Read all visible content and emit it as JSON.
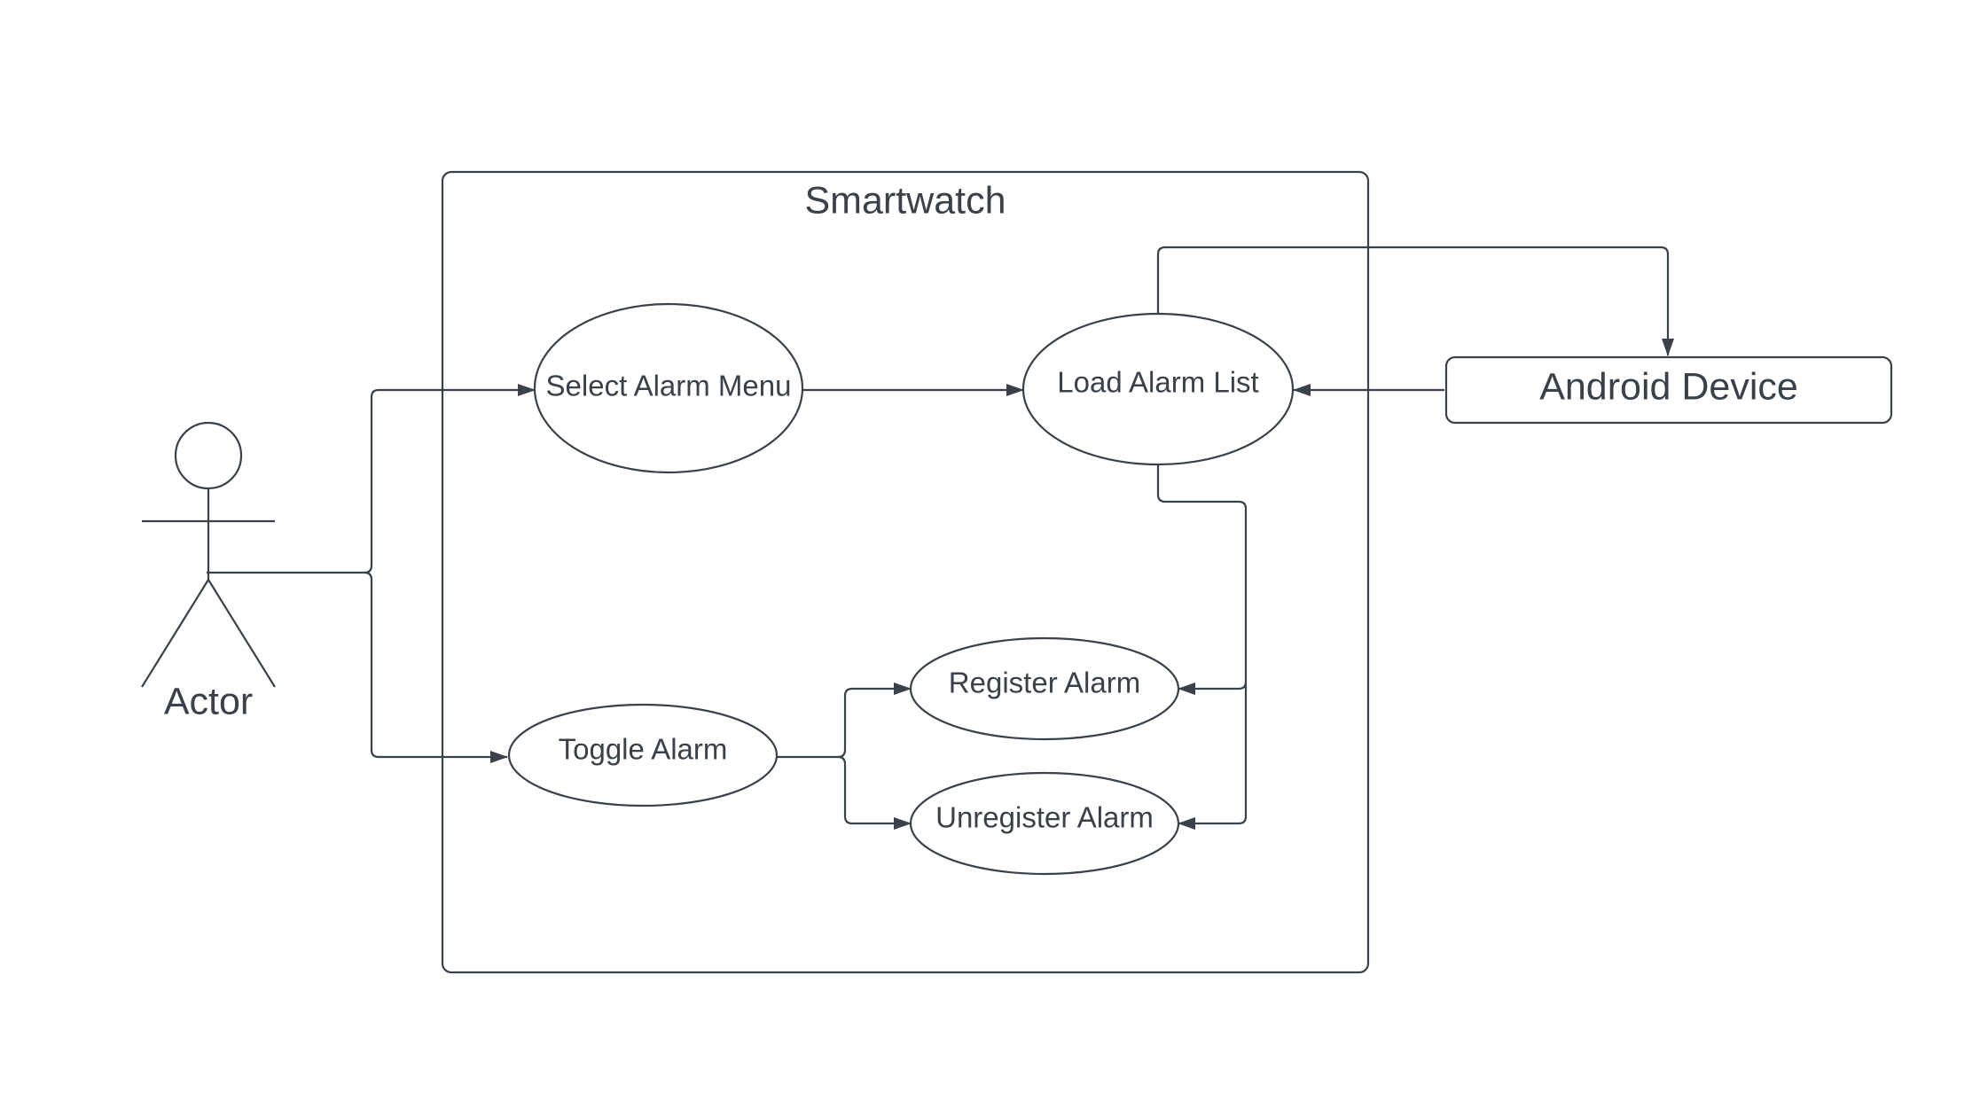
{
  "diagram": {
    "system_boundary": {
      "title": "Smartwatch"
    },
    "actors": {
      "user": {
        "label": "Actor"
      },
      "external": {
        "label": "Android Device"
      }
    },
    "use_cases": {
      "select_alarm_menu": "Select Alarm Menu",
      "load_alarm_list": "Load Alarm List",
      "toggle_alarm": "Toggle Alarm",
      "register_alarm": "Register Alarm",
      "unregister_alarm": "Unregister Alarm"
    },
    "connections": [
      {
        "from": "Actor",
        "to": "Select Alarm Menu"
      },
      {
        "from": "Actor",
        "to": "Toggle Alarm"
      },
      {
        "from": "Select Alarm Menu",
        "to": "Load Alarm List"
      },
      {
        "from": "Android Device",
        "to": "Load Alarm List"
      },
      {
        "from": "Load Alarm List",
        "to": "Android Device"
      },
      {
        "from": "Load Alarm List",
        "to": "Register Alarm"
      },
      {
        "from": "Load Alarm List",
        "to": "Unregister Alarm"
      },
      {
        "from": "Toggle Alarm",
        "to": "Register Alarm"
      },
      {
        "from": "Toggle Alarm",
        "to": "Unregister Alarm"
      }
    ],
    "colors": {
      "stroke": "#3a414a",
      "background": "#ffffff"
    }
  }
}
